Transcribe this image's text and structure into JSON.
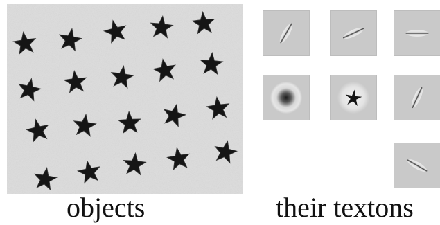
{
  "figure": {
    "left_panel": {
      "caption": "objects",
      "background_color": "#dcdcdc",
      "object_color": "#151515",
      "object_shape": "five-pointed-star",
      "grid": {
        "rows": 4,
        "columns": 5
      }
    },
    "right_panel": {
      "caption": "their textons",
      "tile_color": "#c9c9c9",
      "textons": [
        {
          "id": "t1",
          "kind": "oriented-bar",
          "orientation_deg": 60
        },
        {
          "id": "t2",
          "kind": "oriented-bar",
          "orientation_deg": 25
        },
        {
          "id": "t3",
          "kind": "oriented-bar",
          "orientation_deg": 0
        },
        {
          "id": "t4",
          "kind": "center-surround-blob"
        },
        {
          "id": "t5",
          "kind": "star"
        },
        {
          "id": "t6",
          "kind": "oriented-bar",
          "orientation_deg": 65
        },
        {
          "id": "t7",
          "kind": "oriented-bar",
          "orientation_deg": -30
        }
      ]
    }
  }
}
